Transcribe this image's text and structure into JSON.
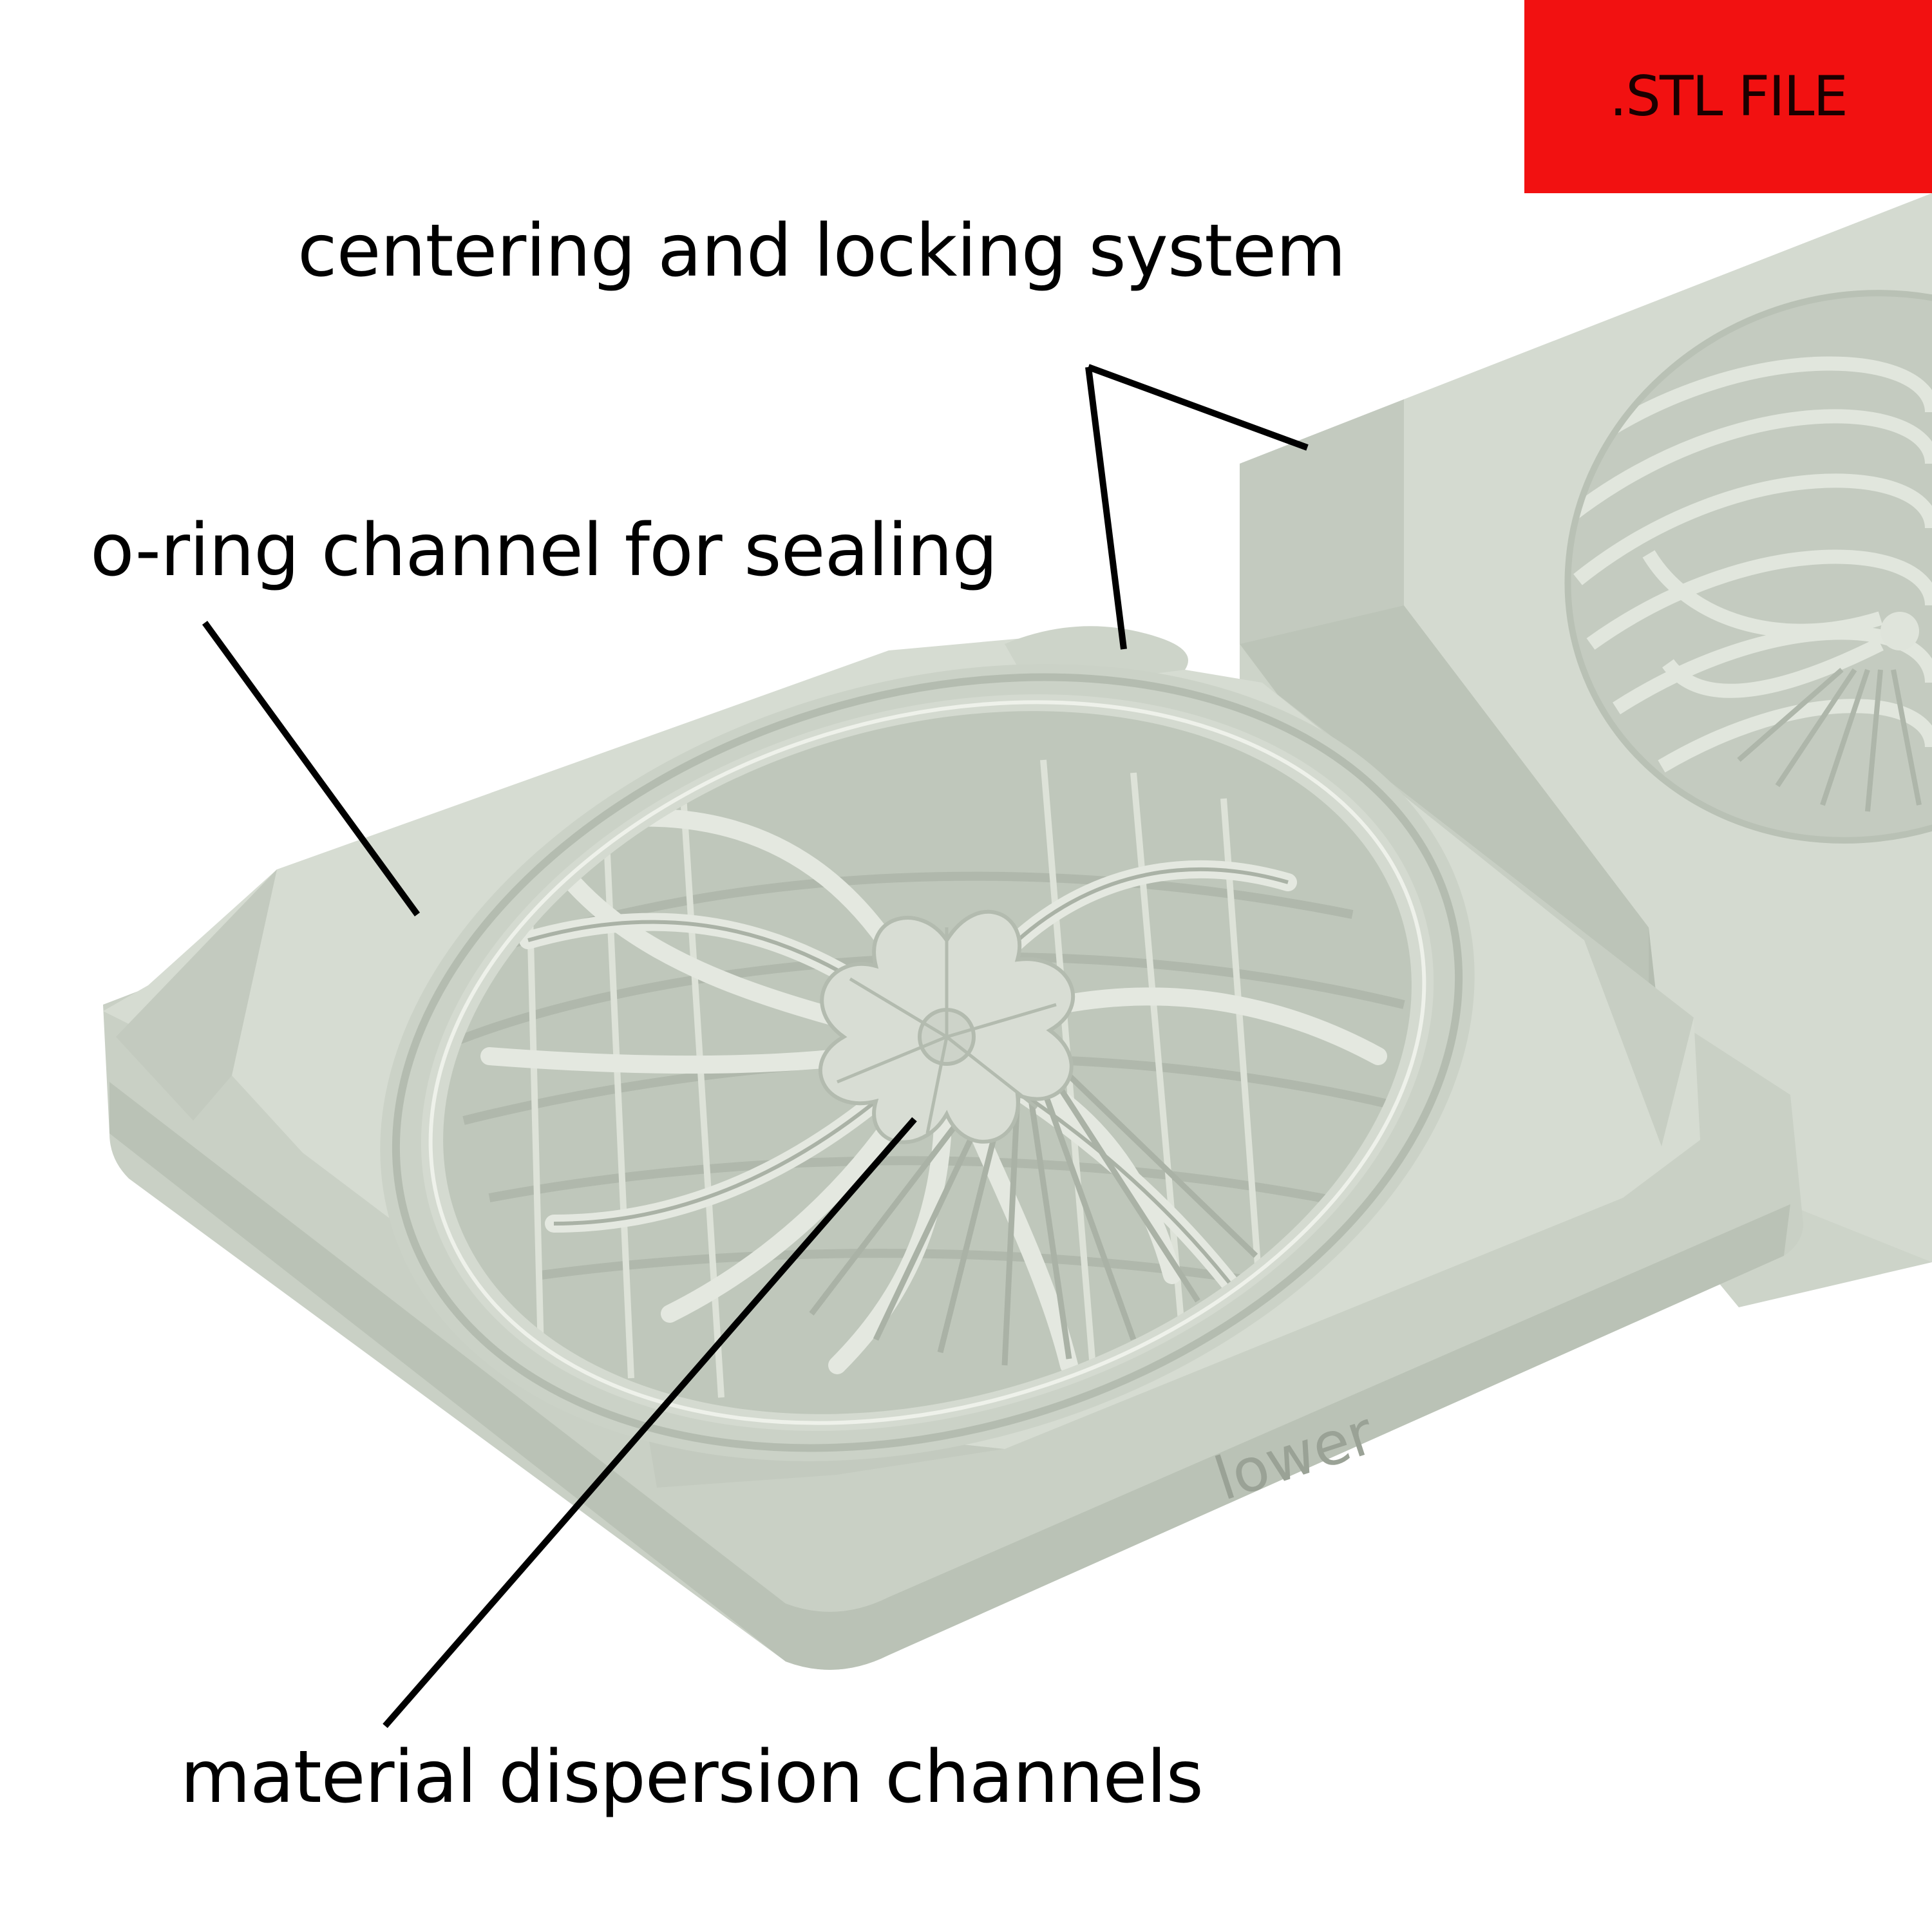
{
  "badge": {
    "label": ".STL FILE",
    "color": "#f21111"
  },
  "callouts": {
    "centering": "centering and locking system",
    "oring": "o-ring channel for sealing",
    "material": "material dispersion channels"
  },
  "part_engraving": "lower",
  "colors": {
    "part_body": "#d2d8cd",
    "part_top": "#d6dcd2",
    "part_shadow": "#aeb6aa",
    "leader_line": "#000000"
  }
}
